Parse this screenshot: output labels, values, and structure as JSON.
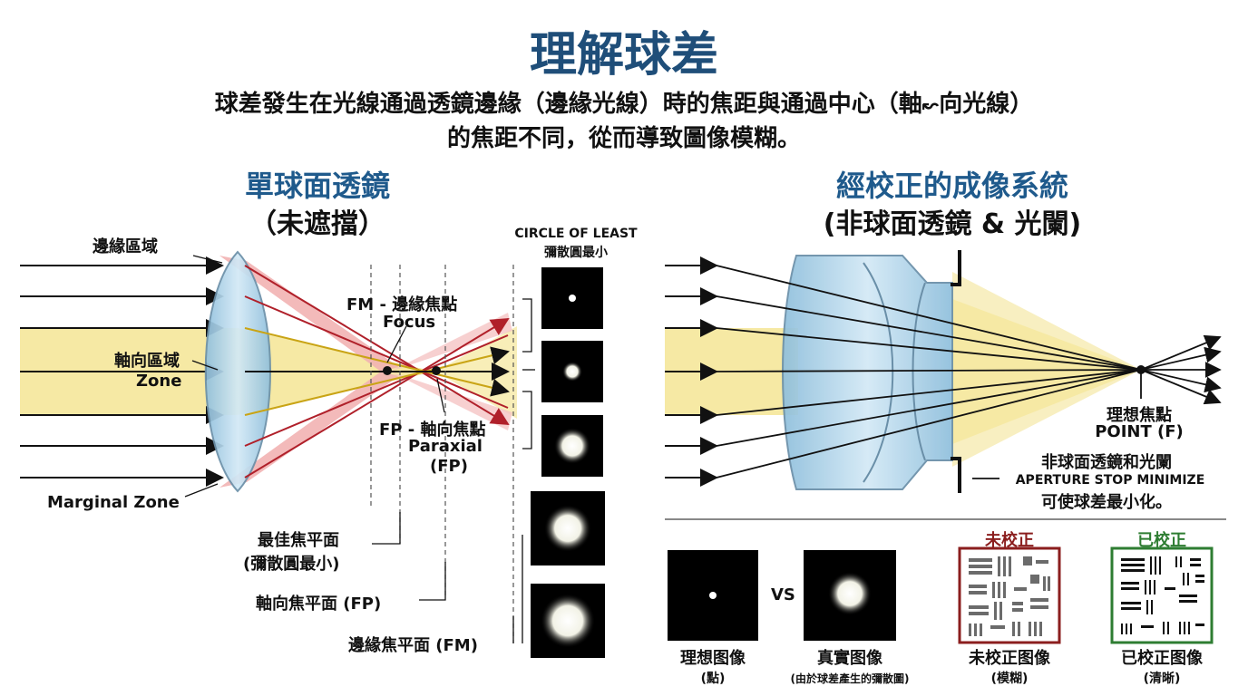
{
  "title": "理解球差",
  "subtitle_line1": "球差發生在光線通過透鏡邊緣（邊緣光線）時的焦距與通過中心（軸",
  "subtitle_glyph": "↜",
  "subtitle_line1_end": "向光線）",
  "subtitle_line2": "的焦距不同，從而導致圖像模糊。",
  "left": {
    "heading": "單球面透鏡",
    "heading2": "（未遮擋）",
    "marginal_region": "邊緣區域",
    "axial_region": "軸向區域",
    "zone": "Zone",
    "marginal_zone": "Marginal Zone",
    "fm_label": "FM - 邊緣焦點",
    "fm_focus": "Focus",
    "fp_label": "FP - 軸向焦點",
    "fp_paraxial": "Paraxial",
    "fp_abbr": "(FP)",
    "best_plane": "最佳焦平面",
    "best_plane_sub": "(彌散圓最小)",
    "axial_plane": "軸向焦平面 (FP)",
    "marginal_plane": "邊緣焦平面 (FM)",
    "circle_heading": "CIRCLE OF LEAST",
    "circle_heading_cn": "彌散圓最小"
  },
  "right": {
    "heading": "經校正的成像系統",
    "heading2": "(非球面透鏡 & 光闌)",
    "ideal_focus": "理想焦點",
    "point_f": "POINT (F)",
    "aperture_cn": "非球面透鏡和光闌",
    "aperture_en": "APERTURE STOP MINIMIZE",
    "aperture_cn2": "可使球差最小化。"
  },
  "bottom": {
    "ideal_image": "理想图像",
    "ideal_image_sub": "(點)",
    "vs": "VS",
    "real_image": "真實图像",
    "real_image_sub": "(由於球差產生的彌散圖)",
    "uncorrected_head": "未校正",
    "uncorrected_image": "未校正图像",
    "uncorrected_sub": "(模糊)",
    "corrected_head": "已校正",
    "corrected_image": "已校正图像",
    "corrected_sub": "(清晰)"
  },
  "colors": {
    "title_blue": "#1f4e79",
    "heading_blue": "#1f5a8c",
    "marginal_red": "#c0262e",
    "axial_yellow": "#f6e9a4",
    "lens_blue": "#a9cfe6",
    "uncorrected_red": "#8b1e1e",
    "corrected_green": "#2e7d32"
  }
}
